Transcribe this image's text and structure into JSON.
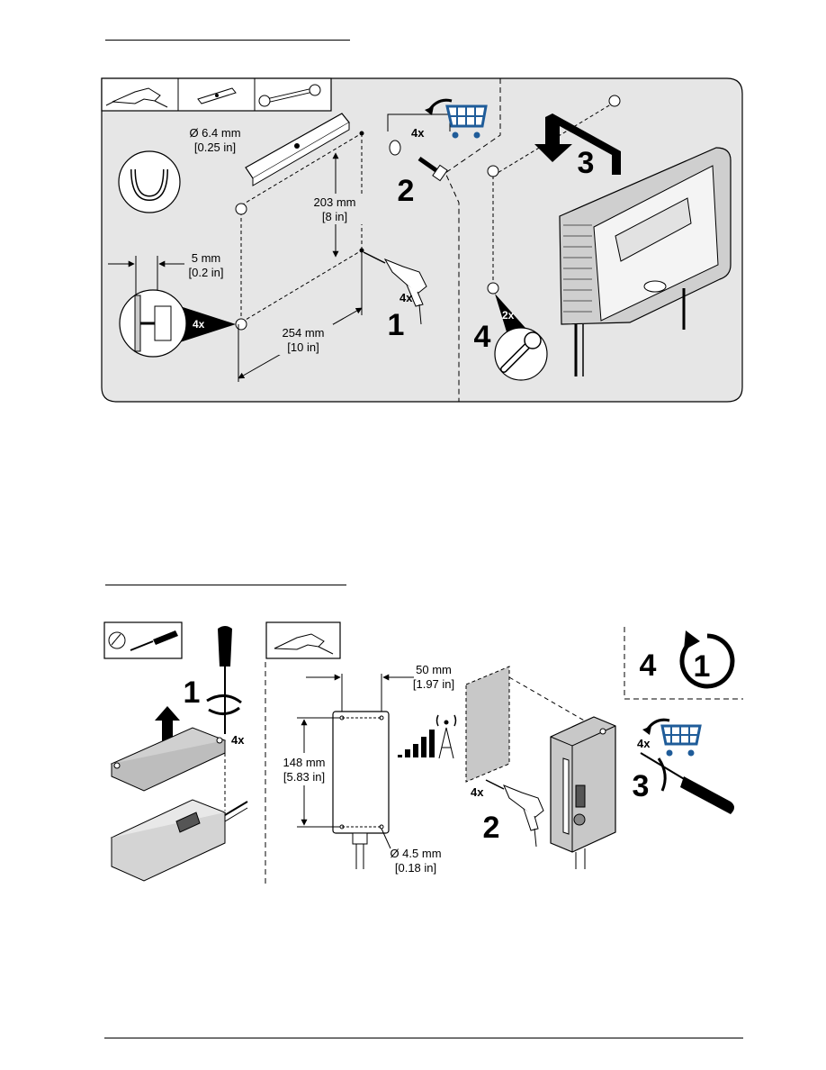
{
  "figure1": {
    "tool_icons": [
      "drill-icon",
      "level-icon",
      "wrench-icon"
    ],
    "hole_diameter_mm": "Ø 6.4 mm",
    "hole_diameter_in": "[0.25 in]",
    "vertical_spacing_mm": "203 mm",
    "vertical_spacing_in": "[8 in]",
    "horizontal_spacing_mm": "254 mm",
    "horizontal_spacing_in": "[10 in]",
    "head_gap_mm": "5 mm",
    "head_gap_in": "[0.2 in]",
    "detail_qty": "4x",
    "drill_qty": "4x",
    "screw_qty": "4x",
    "wrench_qty": "2x",
    "step1": "1",
    "step2": "2",
    "step3": "3",
    "step4": "4"
  },
  "figure2": {
    "cover_screw_qty": "4x",
    "drill_qty": "4x",
    "mount_screw_qty": "4x",
    "width_mm": "50 mm",
    "width_in": "[1.97 in]",
    "height_mm": "148 mm",
    "height_in": "[5.83 in]",
    "hole_mm": "Ø 4.5 mm",
    "hole_in": "[0.18 in]",
    "step1": "1",
    "step2": "2",
    "step3": "3",
    "step4": "4",
    "repeat_number": "1"
  },
  "colors": {
    "panel_bg": "#e6e6e6",
    "cart_blue": "#1f5c99",
    "enclosure_gray": "#c8c8c8"
  }
}
